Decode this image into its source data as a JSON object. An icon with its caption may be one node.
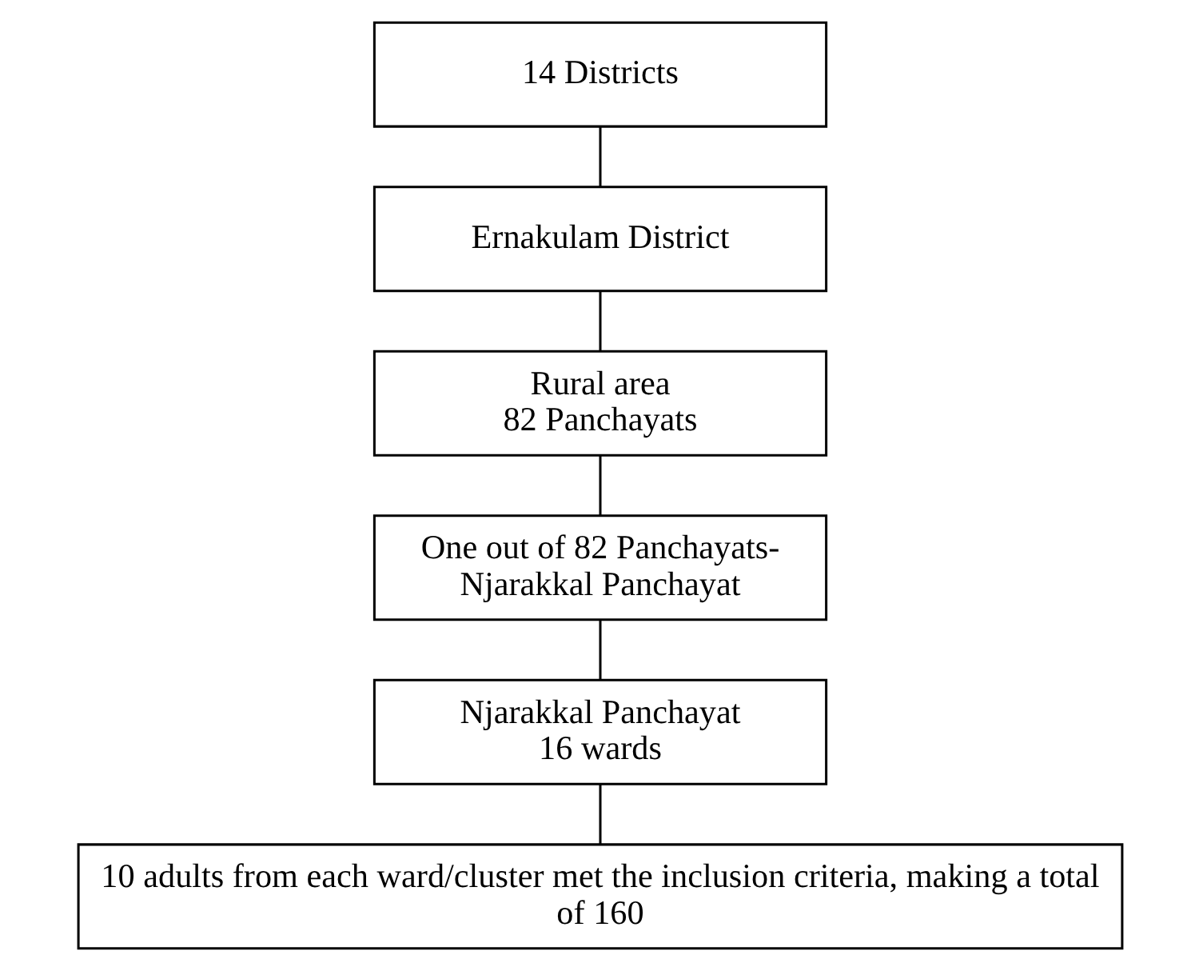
{
  "diagram": {
    "nodes": [
      {
        "text": [
          "14 Districts"
        ]
      },
      {
        "text": [
          "Ernakulam District"
        ]
      },
      {
        "text": [
          "Rural area",
          "82 Panchayats"
        ]
      },
      {
        "text": [
          "One out of 82 Panchayats- Njarakkal Panchayat"
        ]
      },
      {
        "text": [
          "Njarakkal Panchayat",
          "16 wards"
        ]
      },
      {
        "text": [
          "10 adults from each ward/cluster met the inclusion criteria, making a total of 160"
        ]
      }
    ],
    "edges": [
      {
        "from": 0,
        "to": 1,
        "arrow": "none"
      },
      {
        "from": 1,
        "to": 2,
        "arrow": "none"
      },
      {
        "from": 2,
        "to": 3,
        "arrow": "none"
      },
      {
        "from": 3,
        "to": 4,
        "arrow": "none"
      },
      {
        "from": 4,
        "to": 5,
        "arrow": "none"
      }
    ]
  }
}
